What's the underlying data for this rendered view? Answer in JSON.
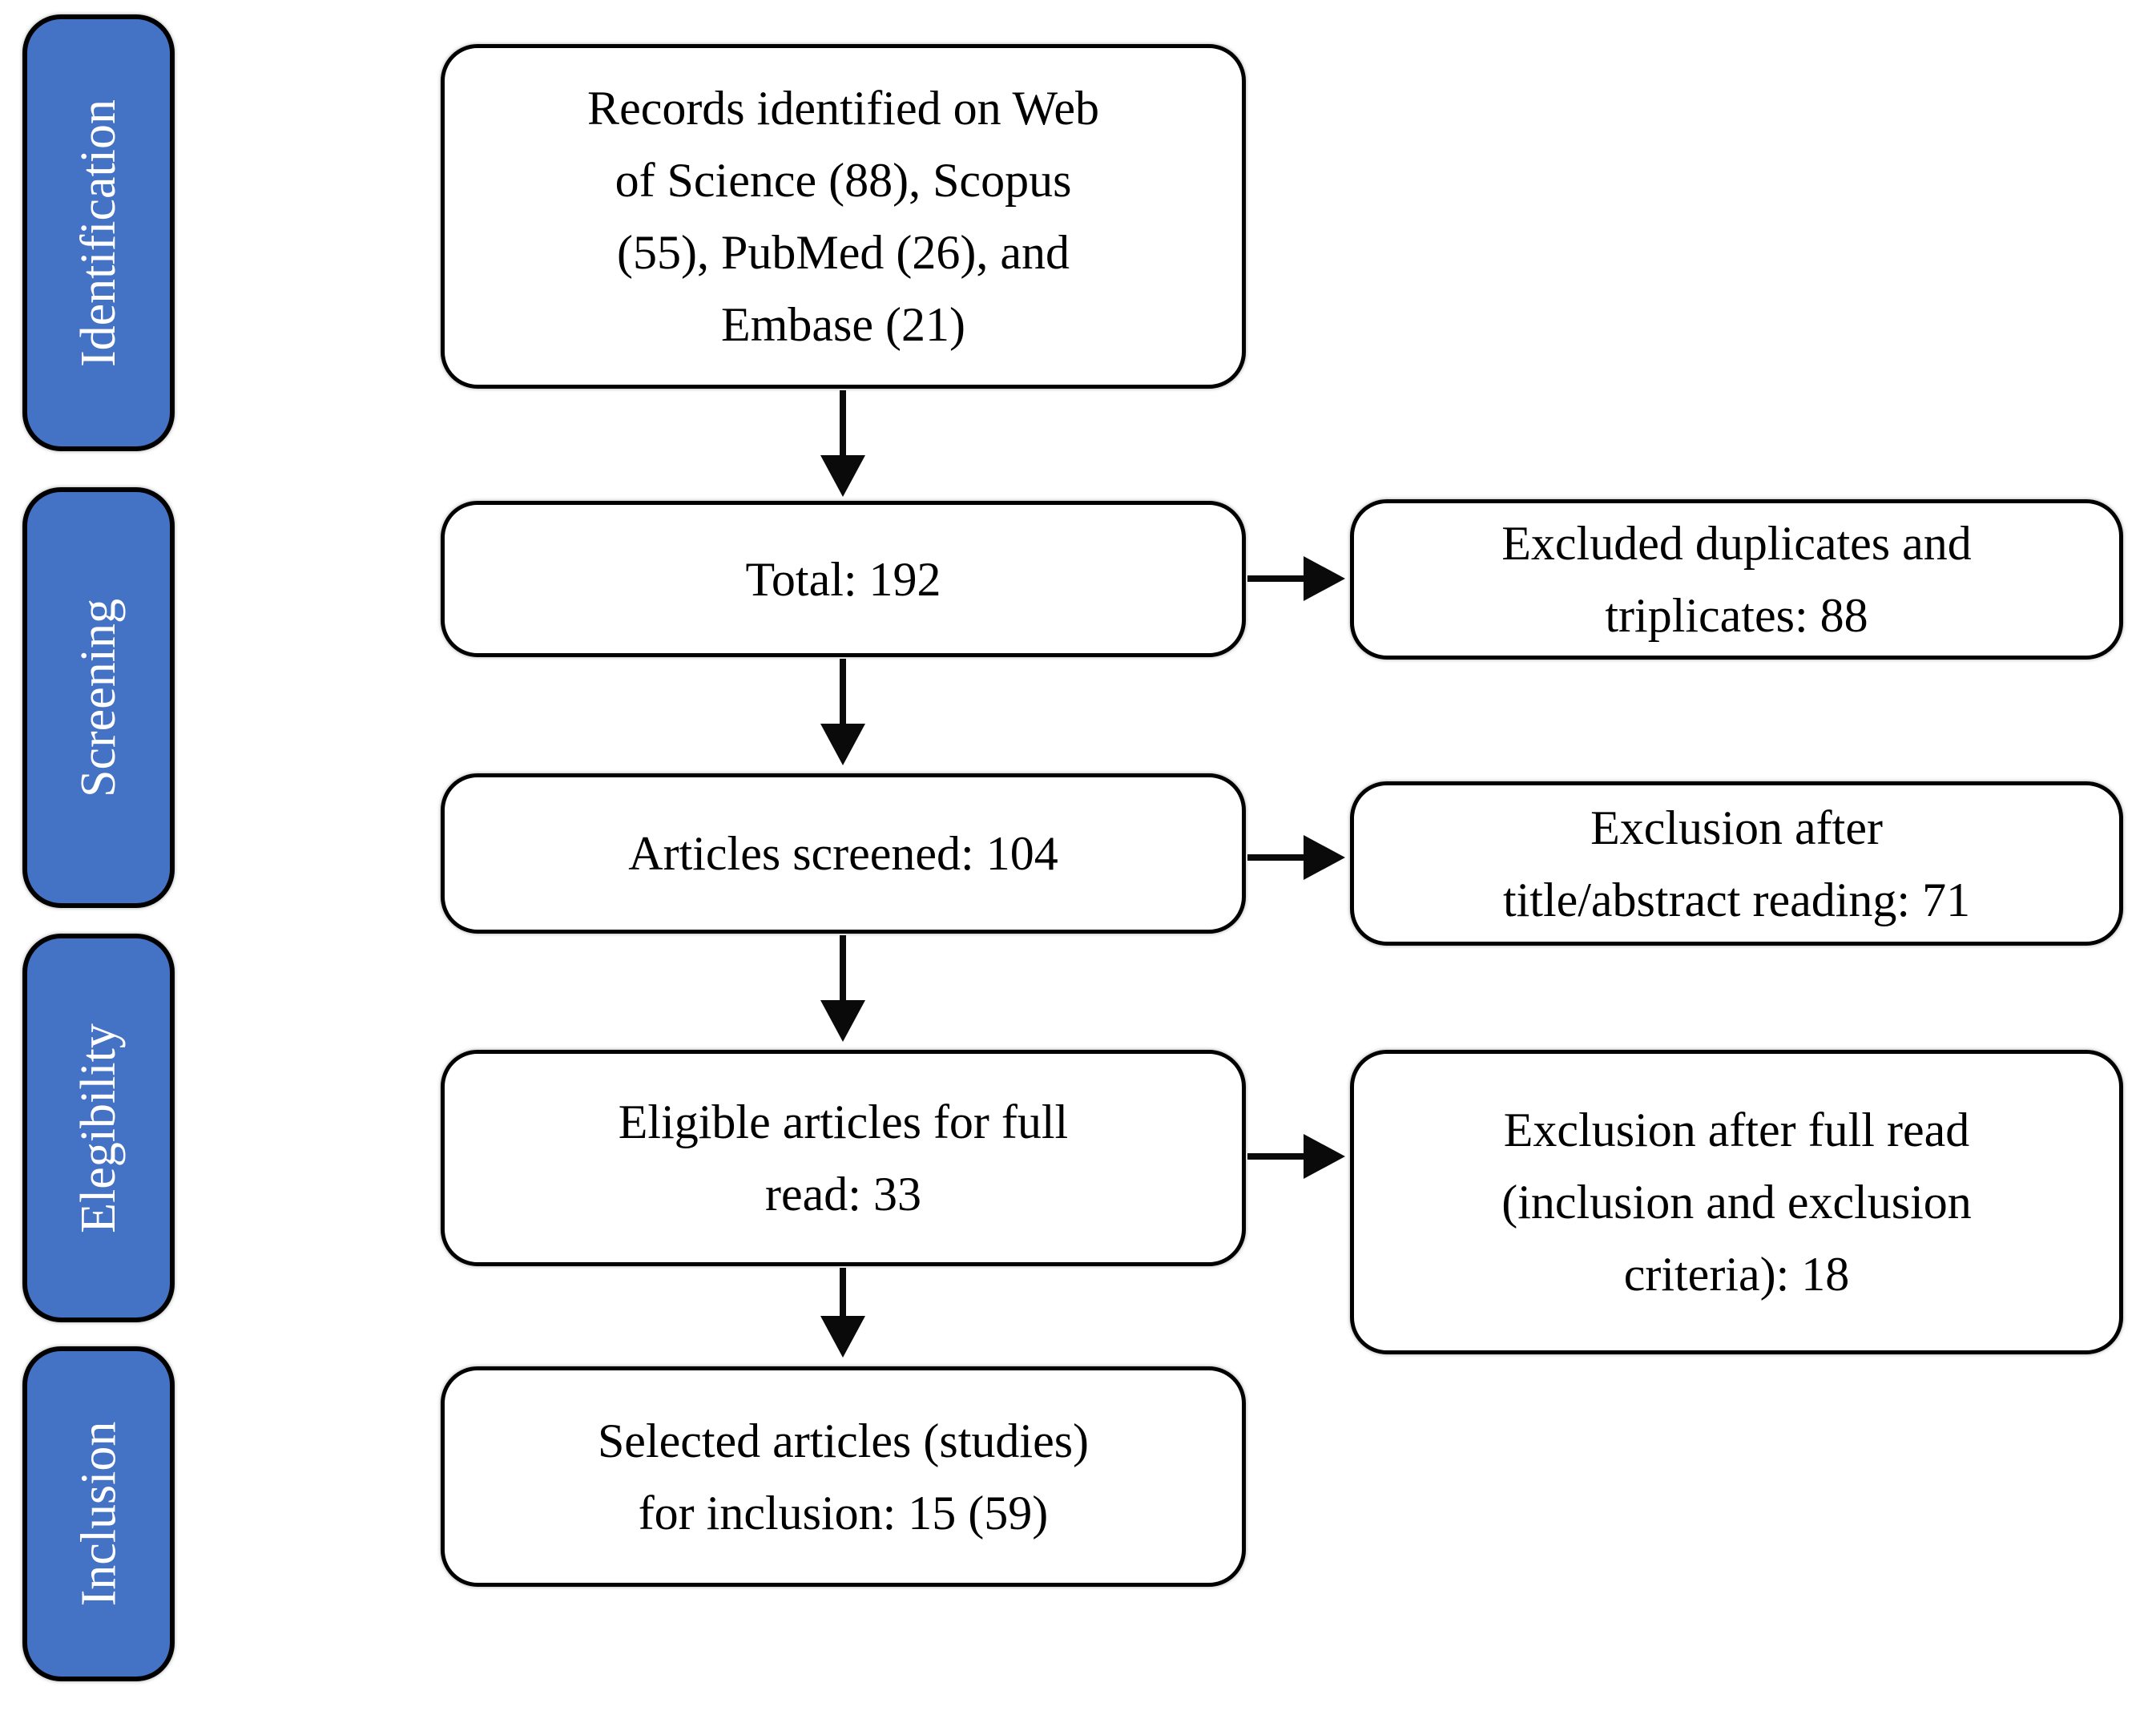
{
  "colors": {
    "stage_fill": "#4472C4",
    "stage_text": "#ffffff",
    "box_fill": "#ffffff",
    "box_border": "#000000",
    "arrow": "#0a0a0a"
  },
  "stages": [
    {
      "label": "Identification"
    },
    {
      "label": "Screening"
    },
    {
      "label": "Elegibility"
    },
    {
      "label": "Inclusion"
    }
  ],
  "boxes": {
    "main": [
      {
        "text": "Records identified on Web\nof Science (88), Scopus\n(55), PubMed (26), and\nEmbase (21)"
      },
      {
        "text": "Total: 192"
      },
      {
        "text": "Articles screened: 104"
      },
      {
        "text": "Eligible articles for full\nread: 33"
      },
      {
        "text": "Selected articles (studies)\nfor inclusion: 15 (59)"
      }
    ],
    "exclusion": [
      {
        "text": "Excluded duplicates and\ntriplicates: 88"
      },
      {
        "text": "Exclusion after\ntitle/abstract reading: 71"
      },
      {
        "text": "Exclusion after full read\n(inclusion and exclusion\ncriteria): 18"
      }
    ]
  }
}
